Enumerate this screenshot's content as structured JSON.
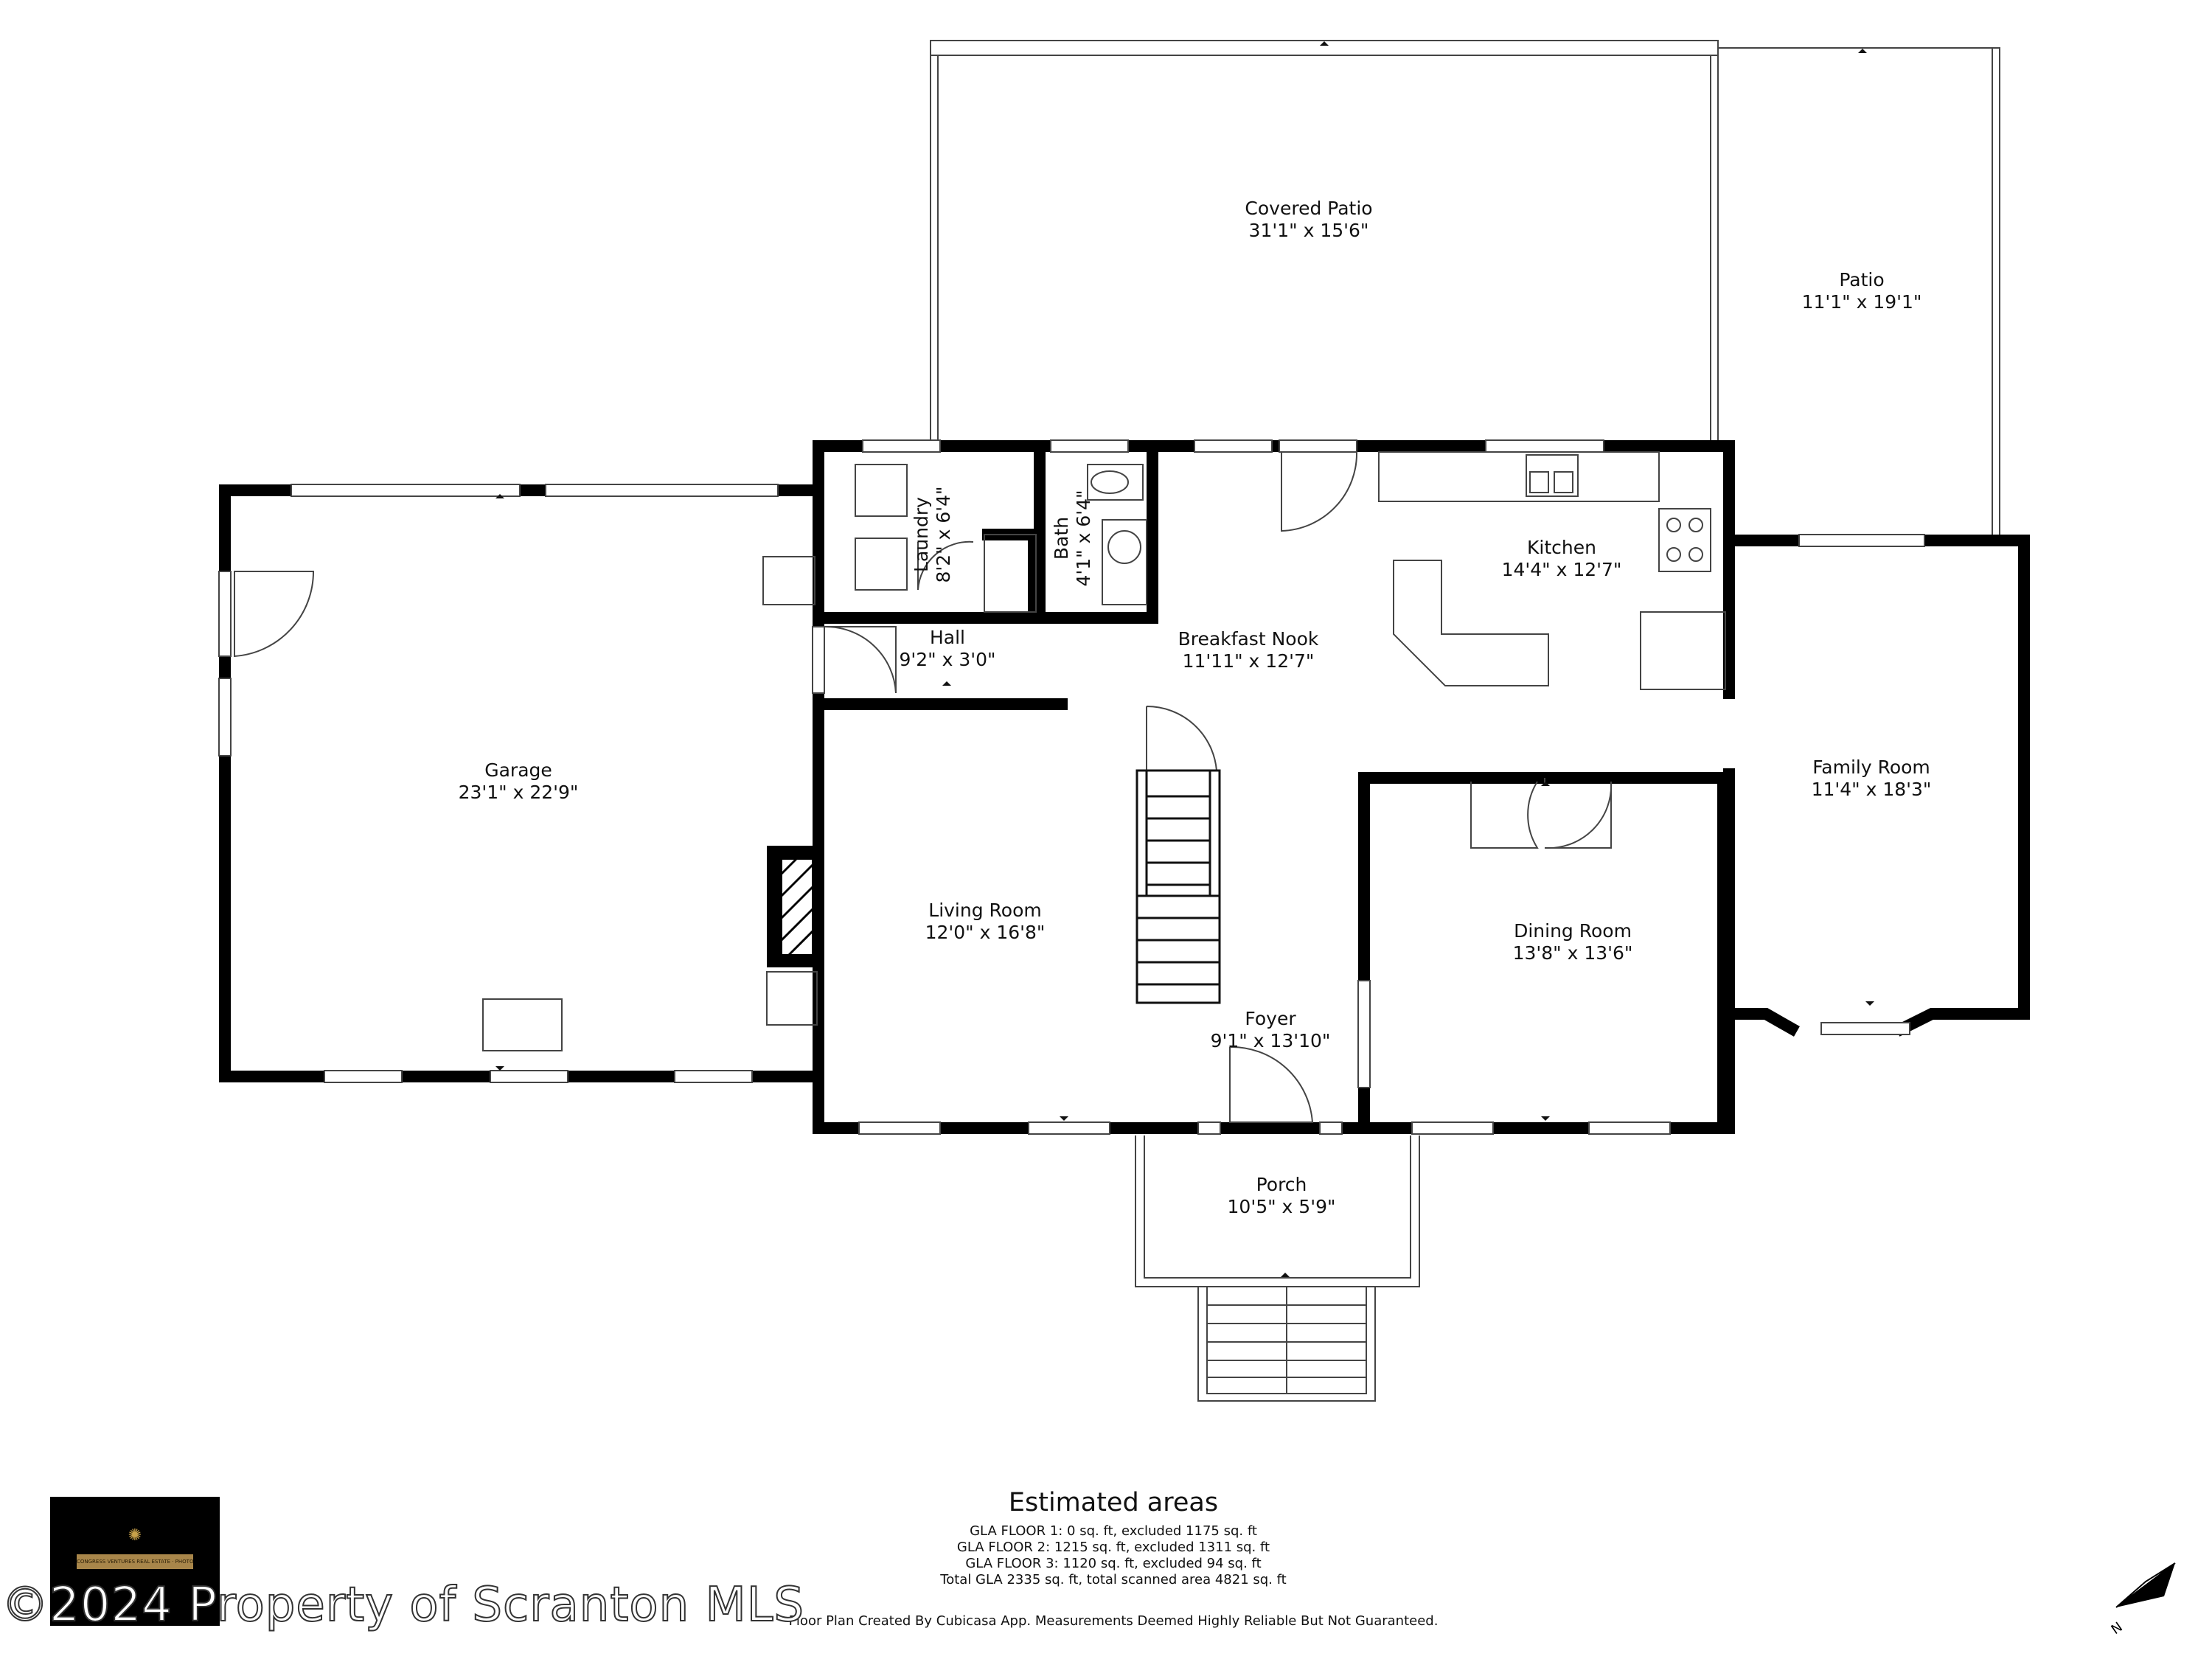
{
  "rooms": {
    "covered_patio": {
      "name": "Covered Patio",
      "dims": "31'1\" x 15'6\""
    },
    "patio": {
      "name": "Patio",
      "dims": "11'1\" x 19'1\""
    },
    "laundry": {
      "name": "Laundry",
      "dims": "8'2\" x 6'4\""
    },
    "bath": {
      "name": "Bath",
      "dims": "4'1\" x 6'4\""
    },
    "kitchen": {
      "name": "Kitchen",
      "dims": "14'4\" x 12'7\""
    },
    "hall": {
      "name": "Hall",
      "dims": "9'2\" x 3'0\""
    },
    "breakfast_nook": {
      "name": "Breakfast Nook",
      "dims": "11'11\" x 12'7\""
    },
    "garage": {
      "name": "Garage",
      "dims": "23'1\" x 22'9\""
    },
    "family_room": {
      "name": "Family Room",
      "dims": "11'4\" x 18'3\""
    },
    "living_room": {
      "name": "Living Room",
      "dims": "12'0\" x 16'8\""
    },
    "dining_room": {
      "name": "Dining Room",
      "dims": "13'8\" x 13'6\""
    },
    "foyer": {
      "name": "Foyer",
      "dims": "9'1\" x 13'10\""
    },
    "porch": {
      "name": "Porch",
      "dims": "10'5\" x 5'9\""
    }
  },
  "areas": {
    "heading": "Estimated areas",
    "lines": [
      "GLA FLOOR 1: 0 sq. ft, excluded 1175 sq. ft",
      "GLA FLOOR 2: 1215 sq. ft, excluded 1311 sq. ft",
      "GLA FLOOR 3: 1120 sq. ft, excluded 94 sq. ft",
      "Total GLA 2335 sq. ft, total scanned area 4821 sq. ft"
    ]
  },
  "disclaimer": "Floor Plan Created By Cubicasa App. Measurements Deemed Highly Reliable But Not Guaranteed.",
  "copyright": "©2024 Property of Scranton MLS",
  "logo": {
    "text": "CONGRESS VENTURES REAL ESTATE · PHOTOGRAPHY"
  },
  "compass": {
    "label": "N"
  },
  "colors": {
    "wall": "#000000",
    "thin": "#555555",
    "logo_gold": "#a8864a"
  }
}
